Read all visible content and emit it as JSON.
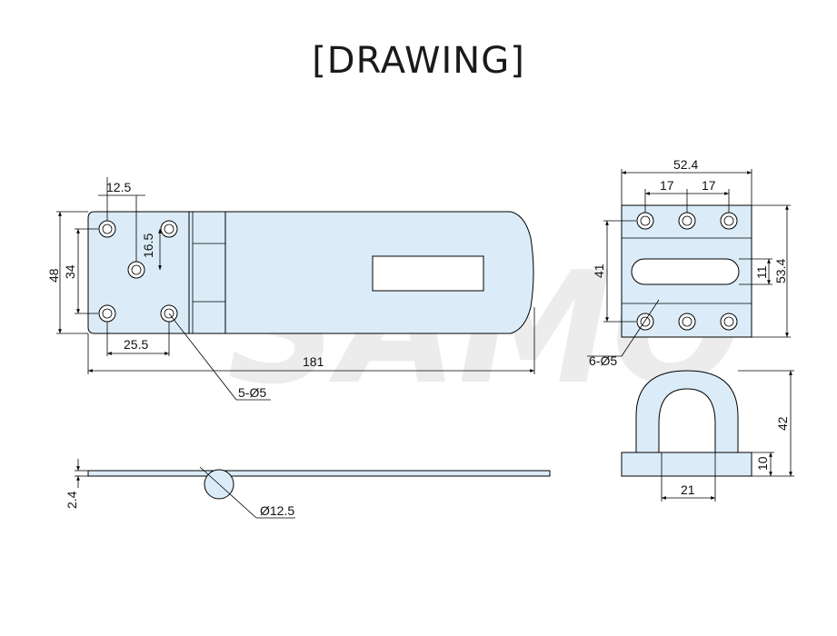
{
  "title": "[DRAWING]",
  "watermark": "SAMO",
  "colors": {
    "part_fill": "#dbecf8",
    "line": "#000000"
  },
  "front_view": {
    "dim_hole_offset": "12.5",
    "dim_vertical_spacing": "16.5",
    "dim_height": "48",
    "dim_hole_vertical": "34",
    "dim_hole_horizontal": "25.5",
    "dim_length": "181",
    "holes_callout": "5-Ø5"
  },
  "side_view": {
    "dim_thickness": "2.4",
    "dim_pin": "Ø12.5"
  },
  "staple_top_view": {
    "dim_width": "52.4",
    "dim_spacing_a": "17",
    "dim_spacing_b": "17",
    "dim_slot_height": "41",
    "dim_slot_width": "11",
    "dim_plate_height": "53.4",
    "holes_callout": "6-Ø5"
  },
  "staple_side_view": {
    "dim_height": "42",
    "dim_base": "10",
    "dim_inner_width": "21"
  }
}
